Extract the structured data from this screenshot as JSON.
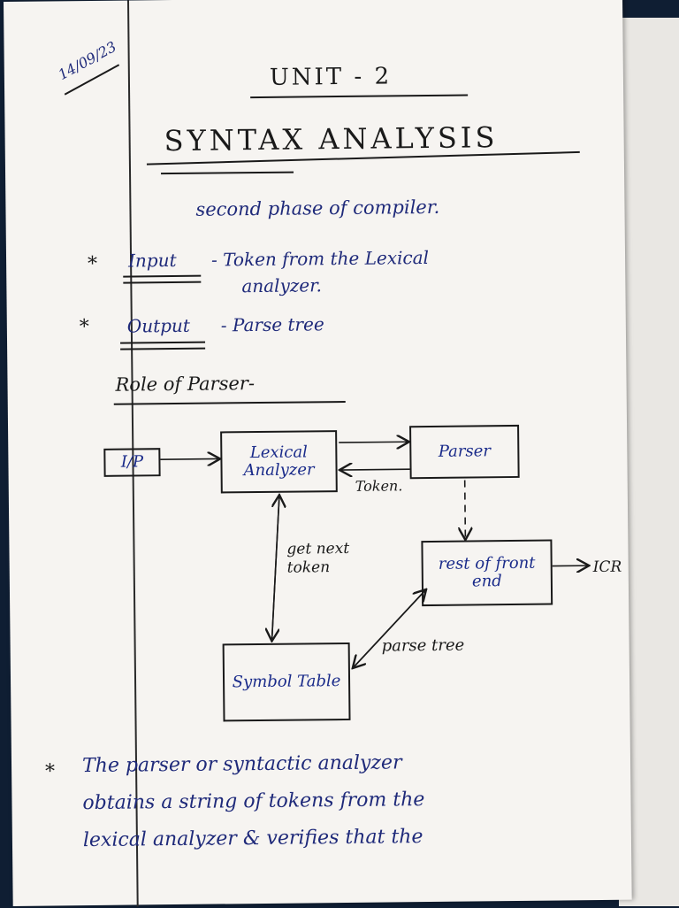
{
  "date": "14/09/23",
  "heading": {
    "unit": "UNIT - 2",
    "title": "SYNTAX ANALYSIS"
  },
  "intro": "second phase of compiler.",
  "points": [
    {
      "bullet": "*",
      "label": "Input",
      "text_line1": "- Token from the Lexical",
      "text_line2": "analyzer."
    },
    {
      "bullet": "*",
      "label": "Output",
      "text_line1": "- Parse tree"
    }
  ],
  "section_heading": "Role of Parser-",
  "diagram": {
    "input": "I/P",
    "lexical": "Lexical Analyzer",
    "parser": "Parser",
    "rest": "rest of front end",
    "symbol": "Symbol Table",
    "token_label": "Token.",
    "get_next_token": "get next token",
    "parse_tree_label": "parse tree",
    "icr": "ICR"
  },
  "closing": {
    "bullet": "*",
    "lines": [
      "The parser or syntactic analyzer",
      "obtains a string of tokens from the",
      "lexical analyzer & verifies that the"
    ]
  }
}
